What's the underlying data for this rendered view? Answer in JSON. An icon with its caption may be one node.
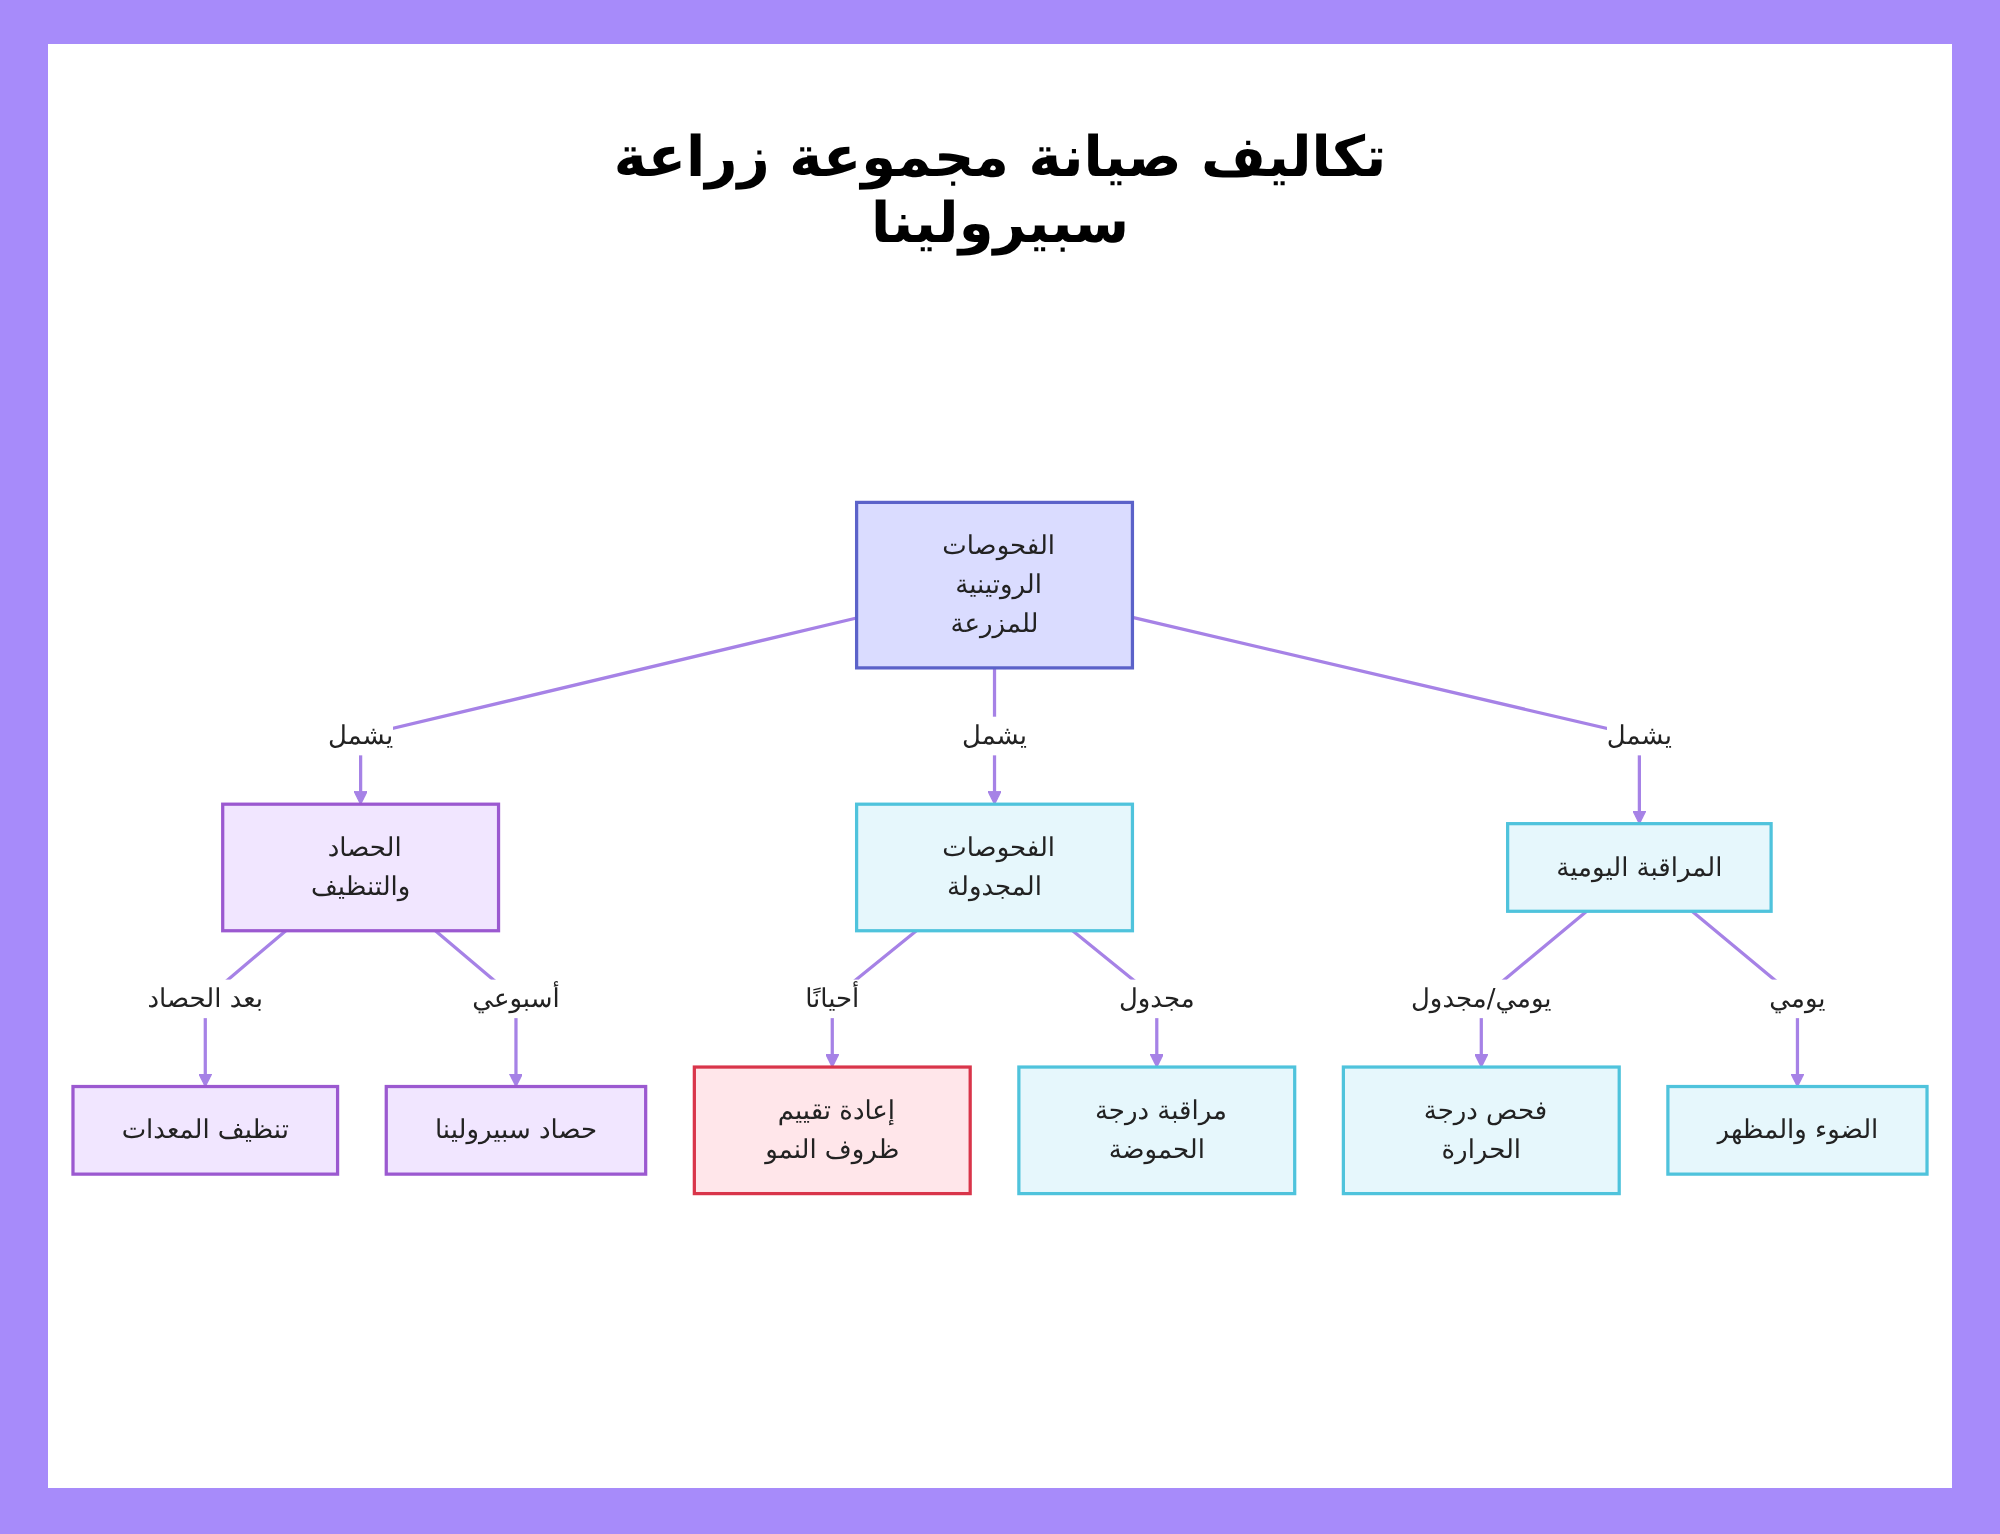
{
  "diagram": {
    "title": "تكاليف صيانة مجموعة زراعة سبيرولينا",
    "nodes": [
      {
        "text": [
          "الفحوصات الروتينية للمزرعة"
        ]
      },
      {
        "text": [
          "الحصاد والتنظيف"
        ]
      },
      {
        "text": [
          "الفحوصات المجدولة"
        ]
      },
      {
        "text": [
          "المراقبة اليومية"
        ]
      },
      {
        "text": [
          "تنظيف المعدات"
        ]
      },
      {
        "text": [
          "حصاد سبيرولينا"
        ]
      },
      {
        "text": [
          "إعادة تقييم ظروف النمو"
        ]
      },
      {
        "text": [
          "مراقبة درجة الحموضة"
        ]
      },
      {
        "text": [
          "فحص درجة الحرارة"
        ]
      },
      {
        "text": [
          "الضوء والمظهر"
        ]
      }
    ],
    "edges": [
      {
        "from": 0,
        "to": 1,
        "arrow": "to",
        "label": "يشمل"
      },
      {
        "from": 0,
        "to": 2,
        "arrow": "to",
        "label": "يشمل"
      },
      {
        "from": 0,
        "to": 3,
        "arrow": "to",
        "label": "يشمل"
      },
      {
        "from": 1,
        "to": 4,
        "arrow": "to",
        "label": "بعد الحصاد"
      },
      {
        "from": 1,
        "to": 5,
        "arrow": "to",
        "label": "أسبوعي"
      },
      {
        "from": 2,
        "to": 6,
        "arrow": "to",
        "label": "أحيانًا"
      },
      {
        "from": 2,
        "to": 7,
        "arrow": "to",
        "label": "مجدول"
      },
      {
        "from": 3,
        "to": 8,
        "arrow": "to",
        "label": "يومي/مجدول"
      },
      {
        "from": 3,
        "to": 9,
        "arrow": "to",
        "label": "يومي"
      }
    ]
  }
}
